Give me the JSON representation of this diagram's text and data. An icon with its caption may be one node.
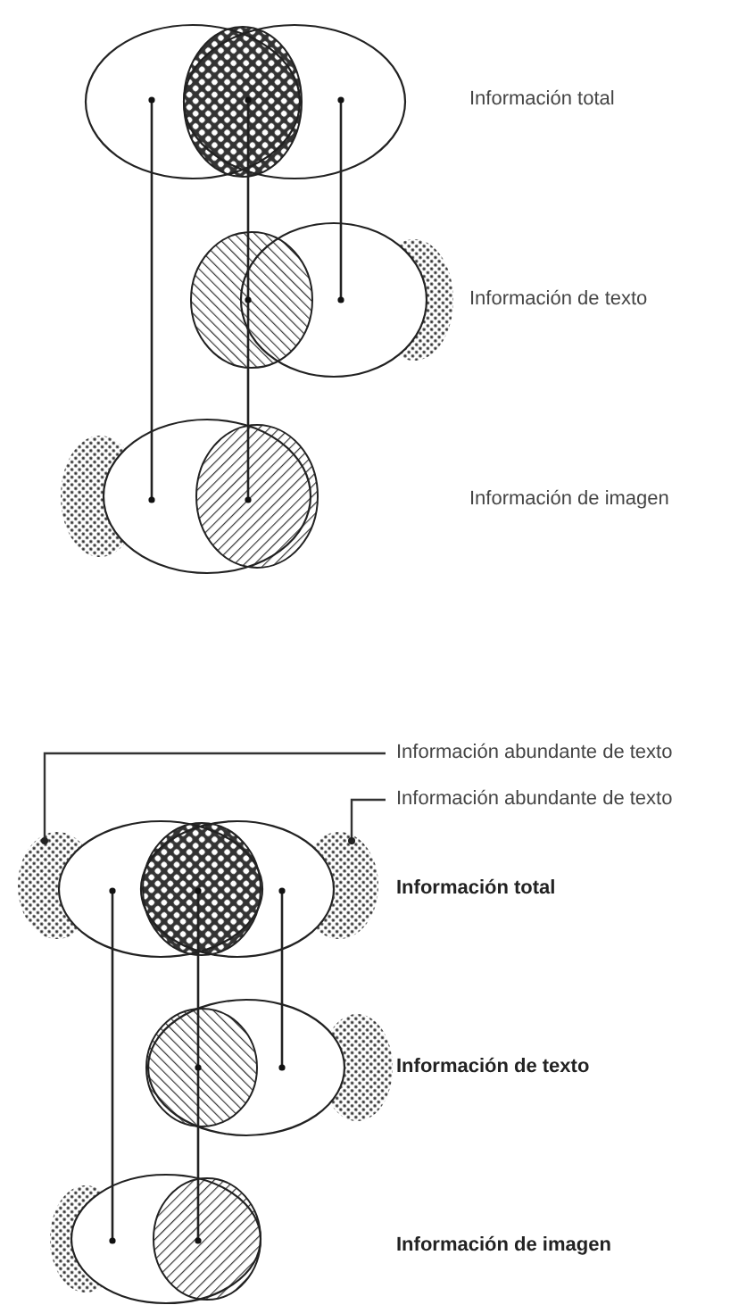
{
  "diagram": {
    "nodes": [
      {
        "text": [
          "Información abundante de texto"
        ]
      },
      {
        "text": [
          "Información abundante de texto"
        ]
      },
      {
        "text": [],
        "shape": "crescent"
      },
      {
        "text": [],
        "shape": "crescent"
      }
    ],
    "edges": [
      {
        "from": 0,
        "to": 2,
        "arrow": "other"
      },
      {
        "from": 1,
        "to": 3,
        "arrow": "other"
      }
    ],
    "labels": [
      "Información total",
      "Información de texto",
      "Información de imagen",
      "Información total",
      "Información de texto",
      "Información de imagen"
    ]
  }
}
